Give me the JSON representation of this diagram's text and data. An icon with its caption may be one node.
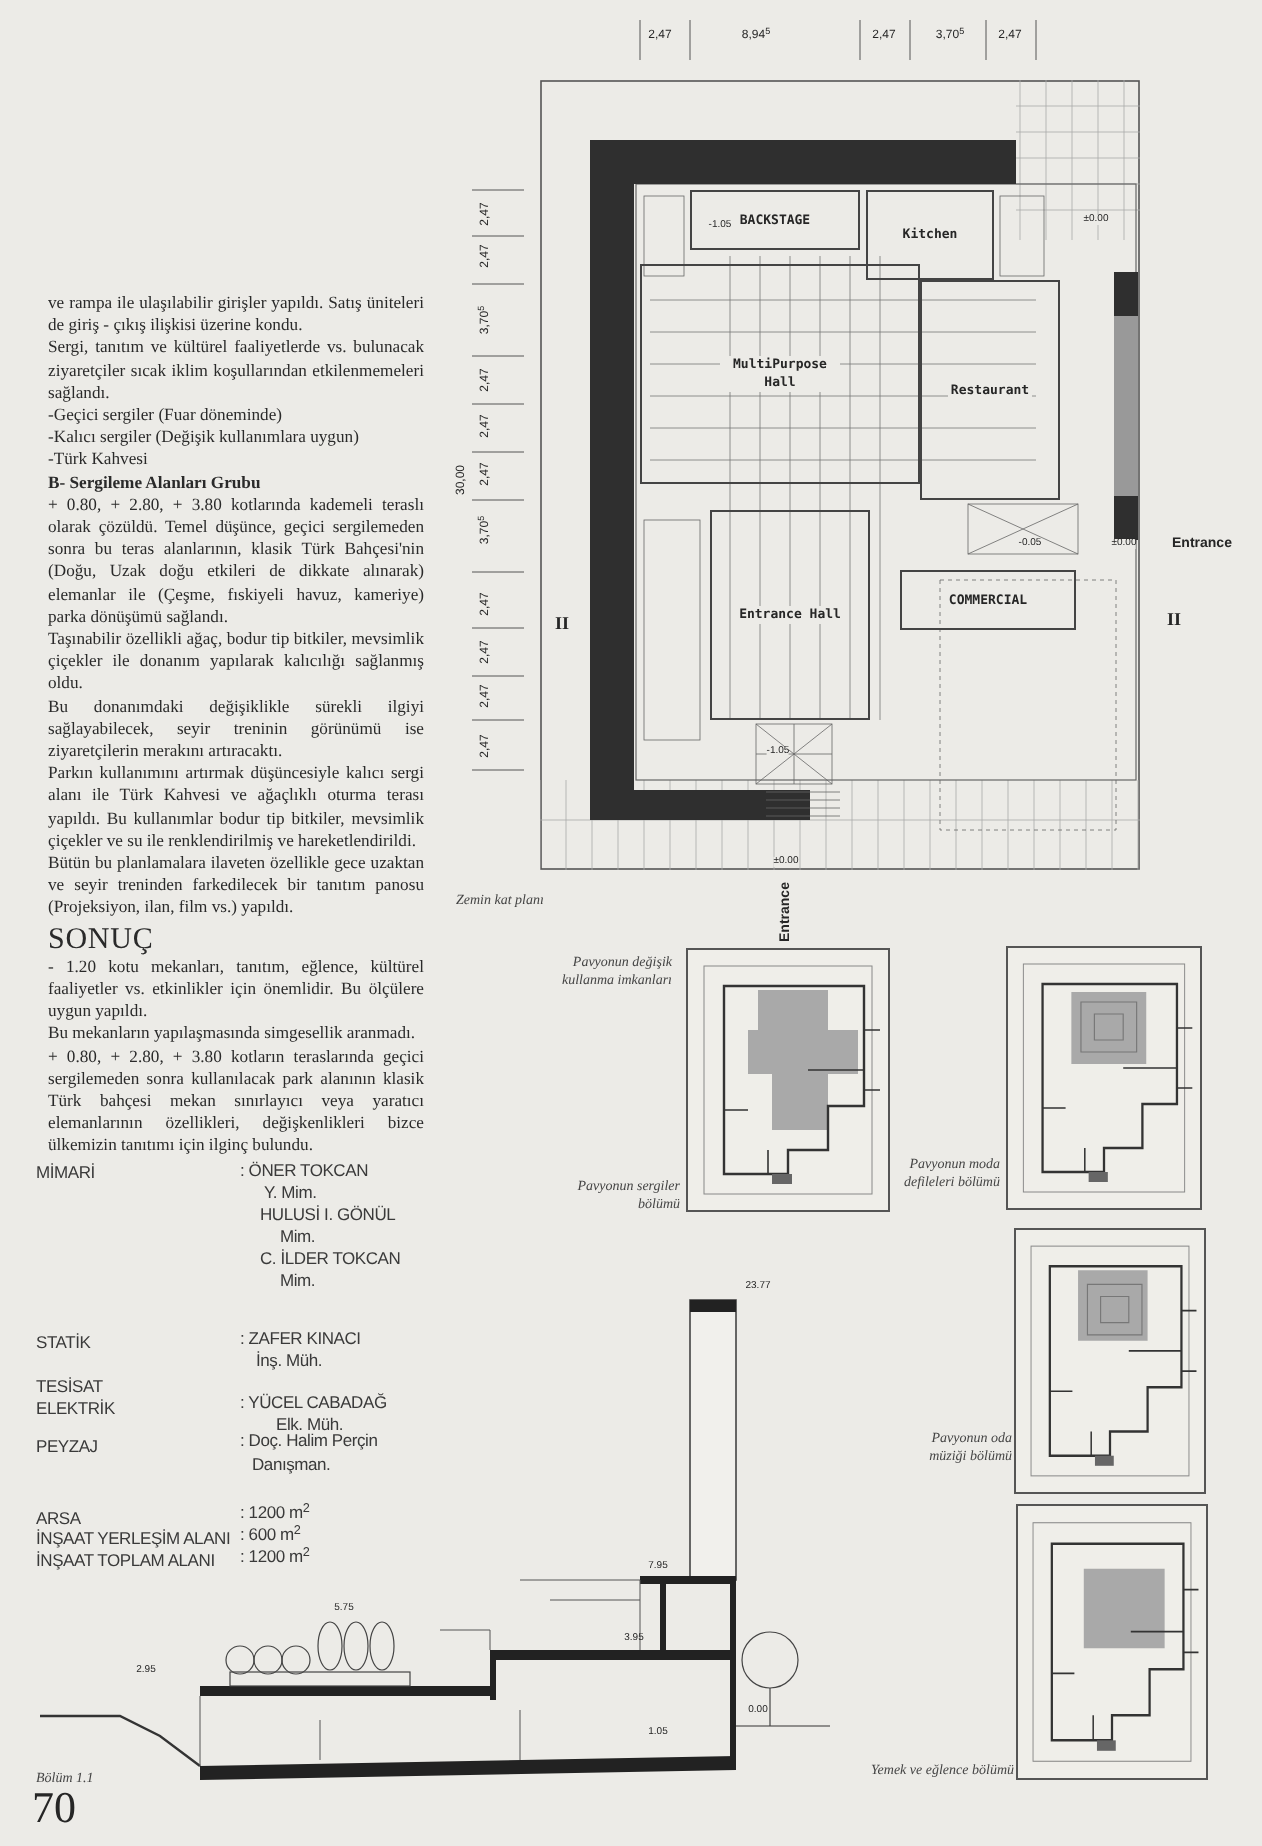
{
  "diagram": {
    "nodes": [
      {
        "text": [
          "Zemin kat planı"
        ]
      },
      {
        "text": [
          "BACKSTAGE"
        ],
        "in": 0
      },
      {
        "text": [
          "Kitchen"
        ],
        "in": 0
      },
      {
        "text": [
          "MultiPurpose Hall"
        ],
        "in": 0
      },
      {
        "text": [
          "Restaurant"
        ],
        "in": 0
      },
      {
        "text": [
          "Entrance Hall"
        ],
        "in": 0
      },
      {
        "text": [
          "COMMERCIAL"
        ],
        "in": 0
      },
      {
        "text": [
          "Pavyonun sergiler bölümü"
        ]
      },
      {
        "text": [
          "Pavyonun moda defileleri bölümü"
        ]
      },
      {
        "text": [
          "Pavyonun oda müziği bölümü"
        ]
      },
      {
        "text": [
          "Yemek ve eğlence bölümü"
        ]
      },
      {
        "text": [
          "Bölüm 1.1"
        ]
      }
    ],
    "labels": [
      "ve rampa ile ulaşılabilir girişler yapıldı. Satış üniteleri de giriş - çıkış ilişkisi üzerine kondu.",
      "Sergi, tanıtım ve kültürel faaliyetlerde vs. bulunacak ziyaretçiler sıcak iklim koşullarından etkilenmemeleri sağlandı.",
      "-Geçici sergiler (Fuar döneminde)",
      "-Kalıcı sergiler (Değişik kullanımlara uygun)",
      "-Türk Kahvesi",
      "B- Sergileme Alanları Grubu",
      "+ 0.80, + 2.80, + 3.80 kotlarında kademeli teraslı olarak çözüldü. Temel düşünce, geçici sergilemeden sonra bu teras alanlarının, klasik Türk Bahçesi'nin (Doğu, Uzak doğu etkileri de dikkate alınarak) elemanlar ile (Çeşme, fıskiyeli havuz, kameriye) parka dönüşümü sağlandı.",
      "Taşınabilir özellikli ağaç, bodur tip bitkiler, mevsimlik çiçekler ile donanım yapılarak kalıcılığı sağlanmış oldu.",
      "Bu donanımdaki değişiklikle sürekli ilgiyi sağlayabilecek, seyir treninin görünümü ise ziyaretçilerin merakını artıracaktı.",
      "Parkın kullanımını artırmak düşüncesiyle kalıcı sergi alanı ile Türk Kahvesi ve ağaçlıklı oturma terası yapıldı. Bu kullanımlar bodur tip bitkiler, mevsimlik çiçekler ve su ile renklendirilmiş ve hareketlendirildi.",
      "Bütün bu planlamalara ilaveten özellikle gece uzaktan ve seyir treninden farkedilecek bir tanıtım panosu (Projeksiyon, ilan, film vs.) yapıldı.",
      "SONUÇ",
      "- 1.20 kotu mekanları, tanıtım, eğlence, kültürel faaliyetler vs. etkinlikler için önemlidir. Bu ölçülere uygun yapıldı.",
      "Bu mekanların yapılaşmasında simgesellik aranmadı.",
      "+ 0.80, + 2.80, + 3.80 kotların teraslarında geçici sergilemeden sonra kullanılacak park alanının klasik Türk bahçesi mekan sınırlayıcı veya yaratıcı elemanlarının özellikleri, değişkenlikleri bizce ülkemizin tanıtımı için ilginç bulundu.",
      "MİMARİ",
      ": ÖNER TOKCAN",
      "Y. Mim.",
      "HULUSİ I. GÖNÜL",
      "Mim.",
      "C. İLDER TOKCAN",
      "Mim.",
      "STATİK",
      ": ZAFER KINACI",
      "İnş. Müh.",
      "TESİSAT",
      "ELEKTRİK",
      ": YÜCEL CABADAĞ",
      "Elk. Müh.",
      "PEYZAJ",
      ": Doç. Halim Perçin",
      "Danışman.",
      "ARSA",
      ": 1200 m$^{2}$",
      "İNŞAAT YERLEŞİM ALANI",
      ": 600 m$^{2}$",
      "İNŞAAT TOPLAM ALANI",
      ": 1200 m$^{2}$",
      "2,47",
      "8,94$^{5}$",
      "2,47",
      "3,70$^{5}$",
      "2,47",
      "2,47",
      "2,47",
      "3,70$^{5}$",
      "2,47",
      "2,47",
      "2,47",
      "3,70$^{5}$",
      "2,47",
      "2,47",
      "2,47",
      "2,47",
      "30,00",
      "-1.05",
      "±0.00",
      "-0.05",
      "±0.00",
      "-1.05",
      "±0.00",
      "II",
      "II",
      "Entrance",
      "Entrance",
      "Pavyonun değişik kullanma imkanları",
      "23.77",
      "7.95",
      "5.75",
      "3.95",
      "2.95",
      "1.05",
      "0.00",
      "70"
    ]
  }
}
